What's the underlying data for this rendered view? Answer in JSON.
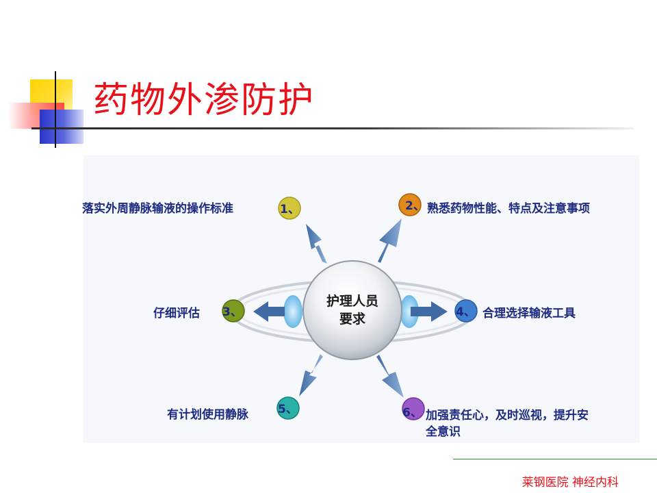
{
  "slide": {
    "title": "药物外渗防护",
    "footer": "莱钢医院  神经内科"
  },
  "diagram": {
    "center": {
      "line1": "护理人员",
      "line2": "要求"
    },
    "nodes": [
      {
        "number": "1、",
        "label": "落实外周静脉输液的操作标准",
        "color": "#d4c63a"
      },
      {
        "number": "2、",
        "label": "熟悉药物性能、特点及注意事项",
        "color": "#e08a1e"
      },
      {
        "number": "3、",
        "label": "仔细评估",
        "color": "#7c9a20"
      },
      {
        "number": "4、",
        "label": "合理选择输液工具",
        "color": "#3f7fd0"
      },
      {
        "number": "5、",
        "label": "有计划使用静脉",
        "color": "#2bb0a8"
      },
      {
        "number": "6、",
        "label": "加强责任心，及时巡视，提升安全意识",
        "line1": "加强责任心，及时巡视，提升安",
        "line2": "全意识",
        "color": "#9b58c8"
      }
    ]
  },
  "colors": {
    "title": "#e8101a",
    "label": "#1c2a80",
    "arrow": "#5b84b8",
    "footer": "#e8101a",
    "footer_rule": "#2f8a2f"
  }
}
